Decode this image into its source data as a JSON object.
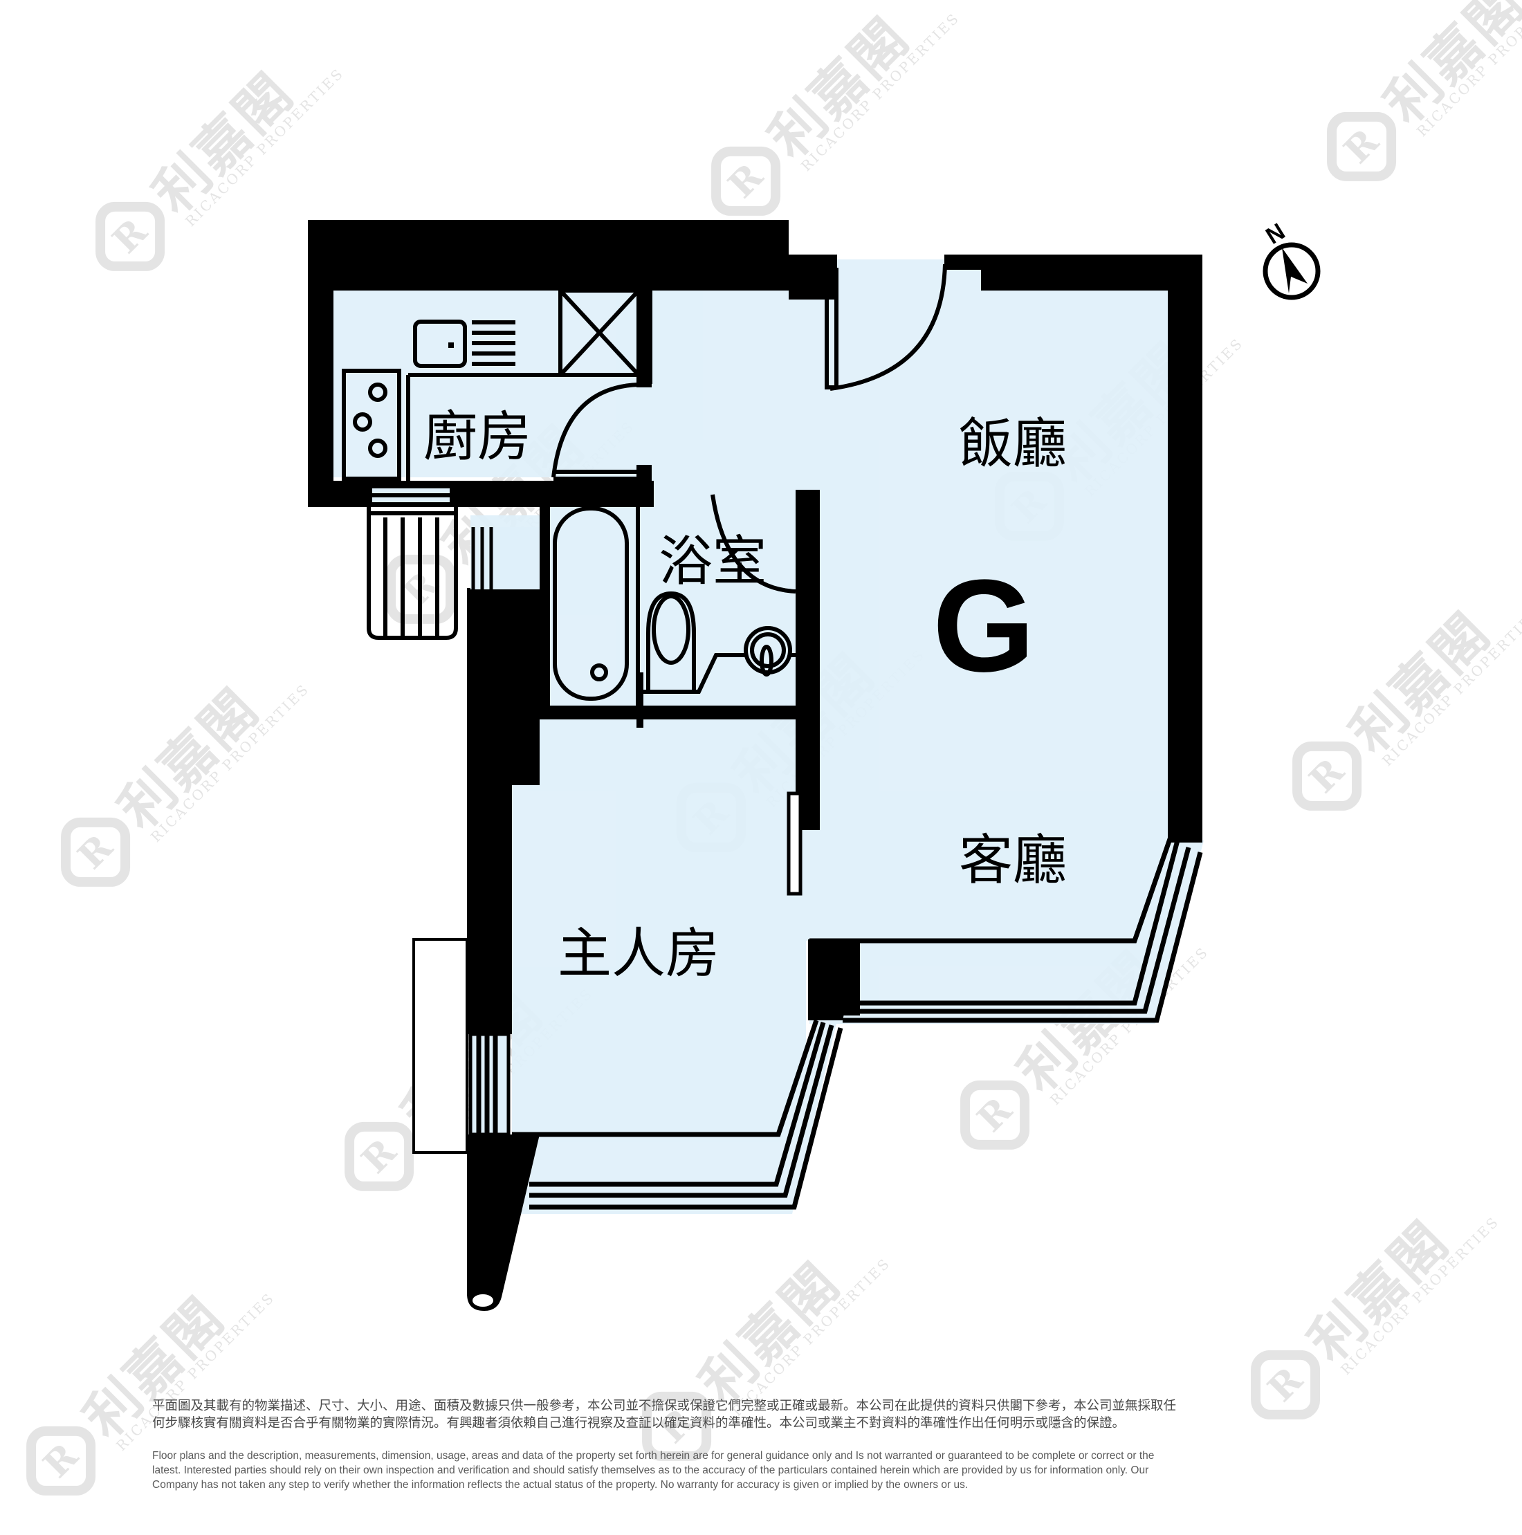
{
  "floor_plan": {
    "unit": "G",
    "rooms": {
      "kitchen": "廚房",
      "dining": "飯廳",
      "bathroom": "浴室",
      "living": "客廳",
      "master_bedroom": "主人房"
    },
    "compass": {
      "label": "N",
      "icon": "north-arrow-icon"
    },
    "colors": {
      "floor_fill": "#dff0fa",
      "wall": "#000000",
      "watermark": "#bdbdbd",
      "background": "#ffffff"
    }
  },
  "watermark": {
    "cn": "利嘉閣",
    "en": "RICACORP PROPERTIES",
    "badge": "R"
  },
  "disclaimer": {
    "cn_lines": [
      "平面圖及其載有的物業描述、尺寸、大小、用途、面積及數據只供一般參考，本公司並不擔保或保證它們完整或正確或最新。本公司在此提供的資料只供閣下參考，本公司並無採取任",
      "何步驟核實有關資料是否合乎有關物業的實際情況。有興趣者須依賴自己進行視察及查証以確定資料的準確性。本公司或業主不對資料的準確性作出任何明示或隱含的保證。"
    ],
    "en_lines": [
      "Floor plans and the description, measurements, dimension, usage, areas and data of the property set forth herein are for general guidance only and Is not warranted or guaranteed to be complete or correct or the",
      "latest. Interested parties should rely on their own inspection and verification and should satisfy themselves as to the accuracy of the particulars contained herein which are provided by us for information only.  Our",
      "Company has not taken any step to verify whether the information reflects the actual status of the property.  No warranty for accuracy is given or implied by the owners or us."
    ]
  }
}
